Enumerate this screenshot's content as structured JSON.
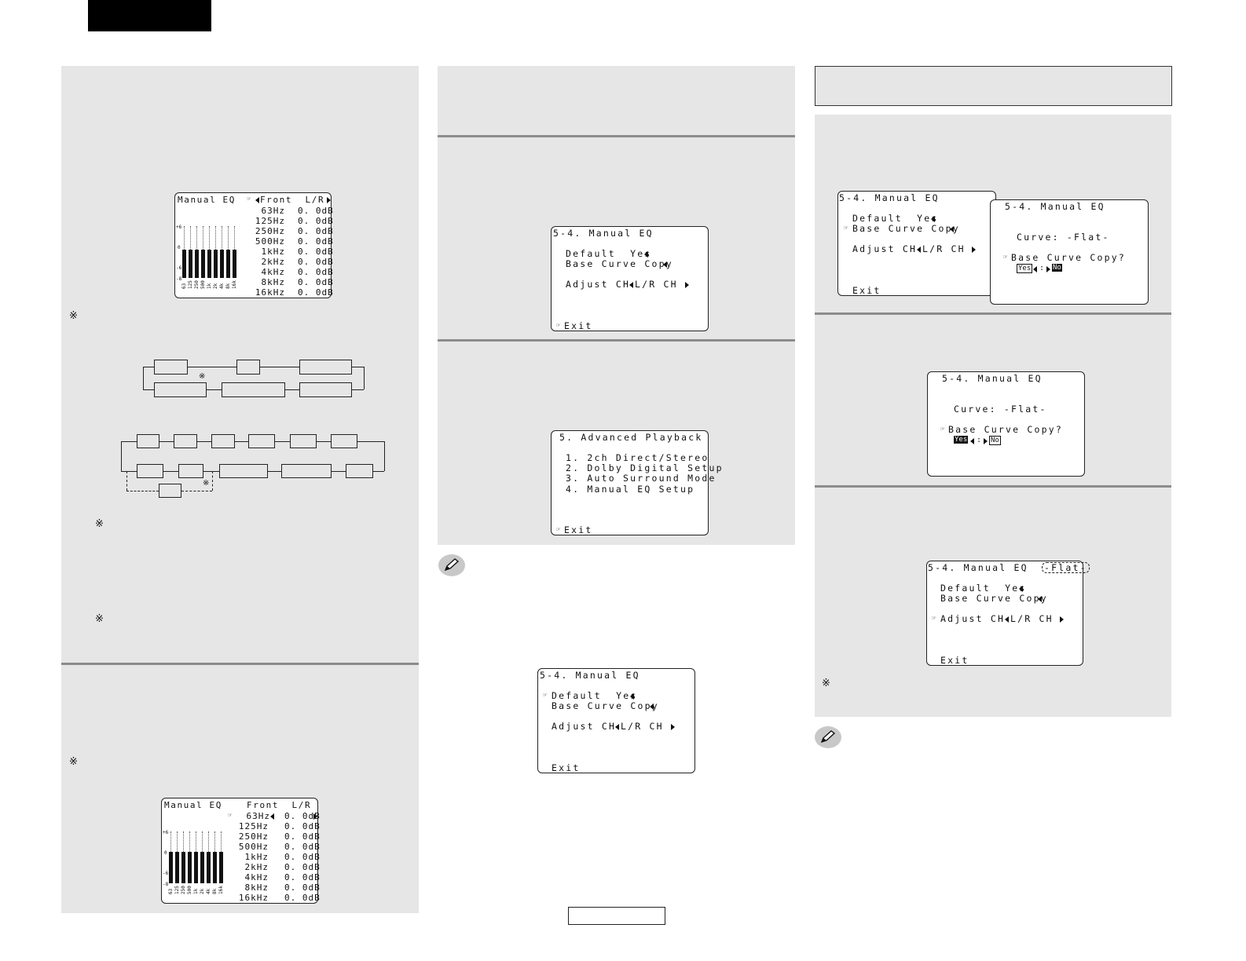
{
  "note_symbol": "※",
  "osd_front": {
    "title": "Manual EQ",
    "channel": "Front  L/R",
    "rows": [
      {
        "freq": "63Hz",
        "db": "0. 0dB"
      },
      {
        "freq": "125Hz",
        "db": "0. 0dB"
      },
      {
        "freq": "250Hz",
        "db": "0. 0dB"
      },
      {
        "freq": "500Hz",
        "db": "0. 0dB"
      },
      {
        "freq": "1kHz",
        "db": "0. 0dB"
      },
      {
        "freq": "2kHz",
        "db": "0. 0dB"
      },
      {
        "freq": "4kHz",
        "db": "0. 0dB"
      },
      {
        "freq": "8kHz",
        "db": "0. 0dB"
      },
      {
        "freq": "16kHz",
        "db": "0. 0dB"
      }
    ],
    "scale": {
      "plus": "+6",
      "zero": "0",
      "minus": "-6",
      "bottom": "-8"
    },
    "band_labels": [
      "63",
      "125",
      "250",
      "500",
      "1k",
      "2k",
      "4k",
      "8k",
      "16k"
    ]
  },
  "osd_manual_eq_exit": {
    "title": "5-4. Manual EQ",
    "default": "Default  Yes",
    "base_curve": "Base Curve Copy",
    "adjust": "Adjust CH ",
    "adjust_value": "L/R CH ",
    "exit": "Exit"
  },
  "osd_advanced": {
    "title": "5. Advanced Playback",
    "items": [
      "1. 2ch Direct/Stereo",
      "2. Dolby Digital Setup",
      "3. Auto Surround Mode",
      "4. Manual EQ Setup"
    ],
    "exit": "Exit"
  },
  "osd_confirm": {
    "title": "5-4. Manual EQ",
    "curve": "Curve: -Flat-",
    "question": "Base Curve Copy?",
    "yes": "Yes",
    "no": "No",
    "sep": ":"
  },
  "osd_flat_tag": "-Flat-"
}
